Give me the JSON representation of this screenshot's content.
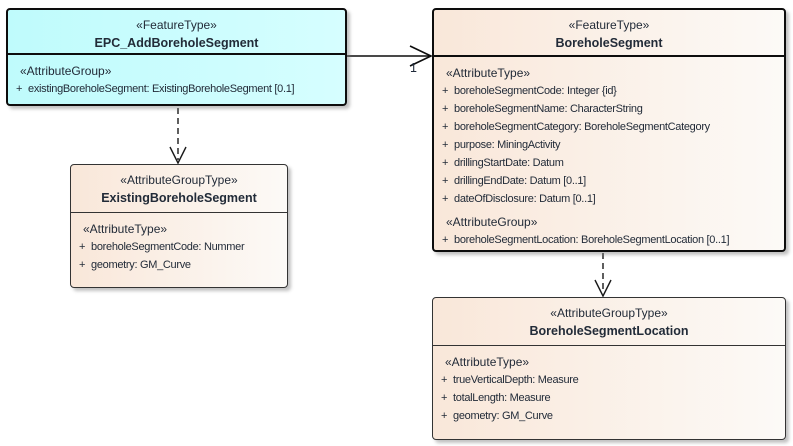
{
  "diagram": {
    "boxes": [
      {
        "stereotype": "«FeatureType»",
        "name": "EPC_AddBoreholeSegment",
        "sections": [
          {
            "header": "«AttributeGroup»",
            "rows": [
              {
                "vis": "+",
                "text": "existingBoreholeSegment: ExistingBoreholeSegment [0.1]"
              }
            ]
          }
        ]
      },
      {
        "stereotype": "«FeatureType»",
        "name": "BoreholeSegment",
        "sections": [
          {
            "header": "«AttributeType»",
            "rows": [
              {
                "vis": "+",
                "text": "boreholeSegmentCode: Integer {id}"
              },
              {
                "vis": "+",
                "text": "boreholeSegmentName: CharacterString"
              },
              {
                "vis": "+",
                "text": "boreholeSegmentCategory: BoreholeSegmentCategory"
              },
              {
                "vis": "+",
                "text": "purpose: MiningActivity"
              },
              {
                "vis": "+",
                "text": "drillingStartDate: Datum"
              },
              {
                "vis": "+",
                "text": "drillingEndDate: Datum [0..1]"
              },
              {
                "vis": "+",
                "text": "dateOfDisclosure: Datum [0..1]"
              }
            ]
          },
          {
            "header": "«AttributeGroup»",
            "rows": [
              {
                "vis": "+",
                "text": "boreholeSegmentLocation: BoreholeSegmentLocation [0..1]"
              }
            ]
          }
        ]
      },
      {
        "stereotype": "«AttributeGroupType»",
        "name": "ExistingBoreholeSegment",
        "sections": [
          {
            "header": "«AttributeType»",
            "rows": [
              {
                "vis": "+",
                "text": "boreholeSegmentCode: Nummer"
              },
              {
                "vis": "+",
                "text": "geometry: GM_Curve"
              }
            ]
          }
        ]
      },
      {
        "stereotype": "«AttributeGroupType»",
        "name": "BoreholeSegmentLocation",
        "sections": [
          {
            "header": "«AttributeType»",
            "rows": [
              {
                "vis": "+",
                "text": "trueVerticalDepth: Measure"
              },
              {
                "vis": "+",
                "text": "totalLength: Measure"
              },
              {
                "vis": "+",
                "text": "geometry: GM_Curve"
              }
            ]
          }
        ]
      }
    ],
    "connectors": {
      "association_target_multiplicity": "1"
    },
    "colors": {
      "feature_fill_left": "#bffbfc",
      "feature_fill_right": "#d6feff",
      "group_fill_left": "#f9e7d9",
      "group_fill_right": "#fcfaf7",
      "border": "#0d0d0d",
      "text": "#222b38"
    }
  }
}
